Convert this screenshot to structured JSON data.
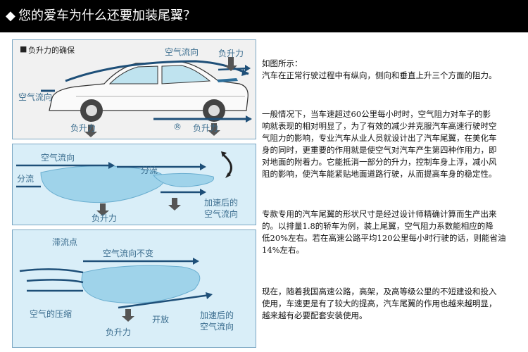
{
  "header": {
    "diamond": "◆",
    "title": "您的爱车为什么还要加装尾翼？"
  },
  "panel1": {
    "heading_mark": "■",
    "heading": "负升力的确保",
    "airflow_top": "空气流向",
    "airflow_left": "空气流向",
    "downforce_top_right": "负升力",
    "downforce_bottom_left": "负升力",
    "downforce_bottom_right": "负升力",
    "registered_mark": "®"
  },
  "panel2": {
    "airflow": "空气流向",
    "split_left": "分流",
    "split_right": "分流",
    "accelerated_line1": "加速后的",
    "accelerated_line2": "空气流向",
    "downforce": "负升力"
  },
  "panel3": {
    "stagnation": "滞流点",
    "airflow_constant": "空气流向不变",
    "air_compression": "空气的压缩",
    "release": "开放",
    "accelerated_line1": "加速后的",
    "accelerated_line2": "空气流向",
    "downforce": "负升力"
  },
  "text": {
    "p1_line1": "如图所示：",
    "p1_line2": "汽车在正常行驶过程中有纵向，侧向和垂直上升三个方面的阻力。",
    "p2_l1": "一般情况下，当车速超过60公里每小时时，空气阻力对车子的影",
    "p2_l2": "响就表现的相对明显了，为了有效的减少并克服汽车高速行驶时空",
    "p2_l3": "气阻力的影响，专业汽车从业人员就设计出了汽车尾翼，在美化车",
    "p2_l4": "身的同时，更重要的作用就是使空气对汽车产生第四种作用力，即",
    "p2_l5": "对地面的附着力。它能抵消一部分的升力，控制车身上浮，减小风",
    "p2_l6": "阻的影响，使汽车能紧贴地面道路行驶，从而提高车身的稳定性。",
    "p3_l1": "专款专用的汽车尾翼的形状尺寸是经过设计师精确计算而生产出来",
    "p3_l2": "的。以排量1.8的轿车为例，装上尾翼，空气阻力系数能相应的降",
    "p3_l3": "低20%左右。若在高速公路平均120公里每小时行驶的话，则能省油",
    "p3_l4": "14%左右。",
    "p4_l1": "现在，随着我国高速公路，高架，及高等级公里的不短建设和投入",
    "p4_l2": "使用，车速更是有了较大的提高，汽车尾翼的作用也越来越明显，",
    "p4_l3": "越来越有必要配套安装使用。"
  },
  "colors": {
    "header_bg": "#000000",
    "diagram_label": "#3c6e8f",
    "panel_border": "#7aa6c2",
    "wing_fill": "#9fd3ea"
  }
}
